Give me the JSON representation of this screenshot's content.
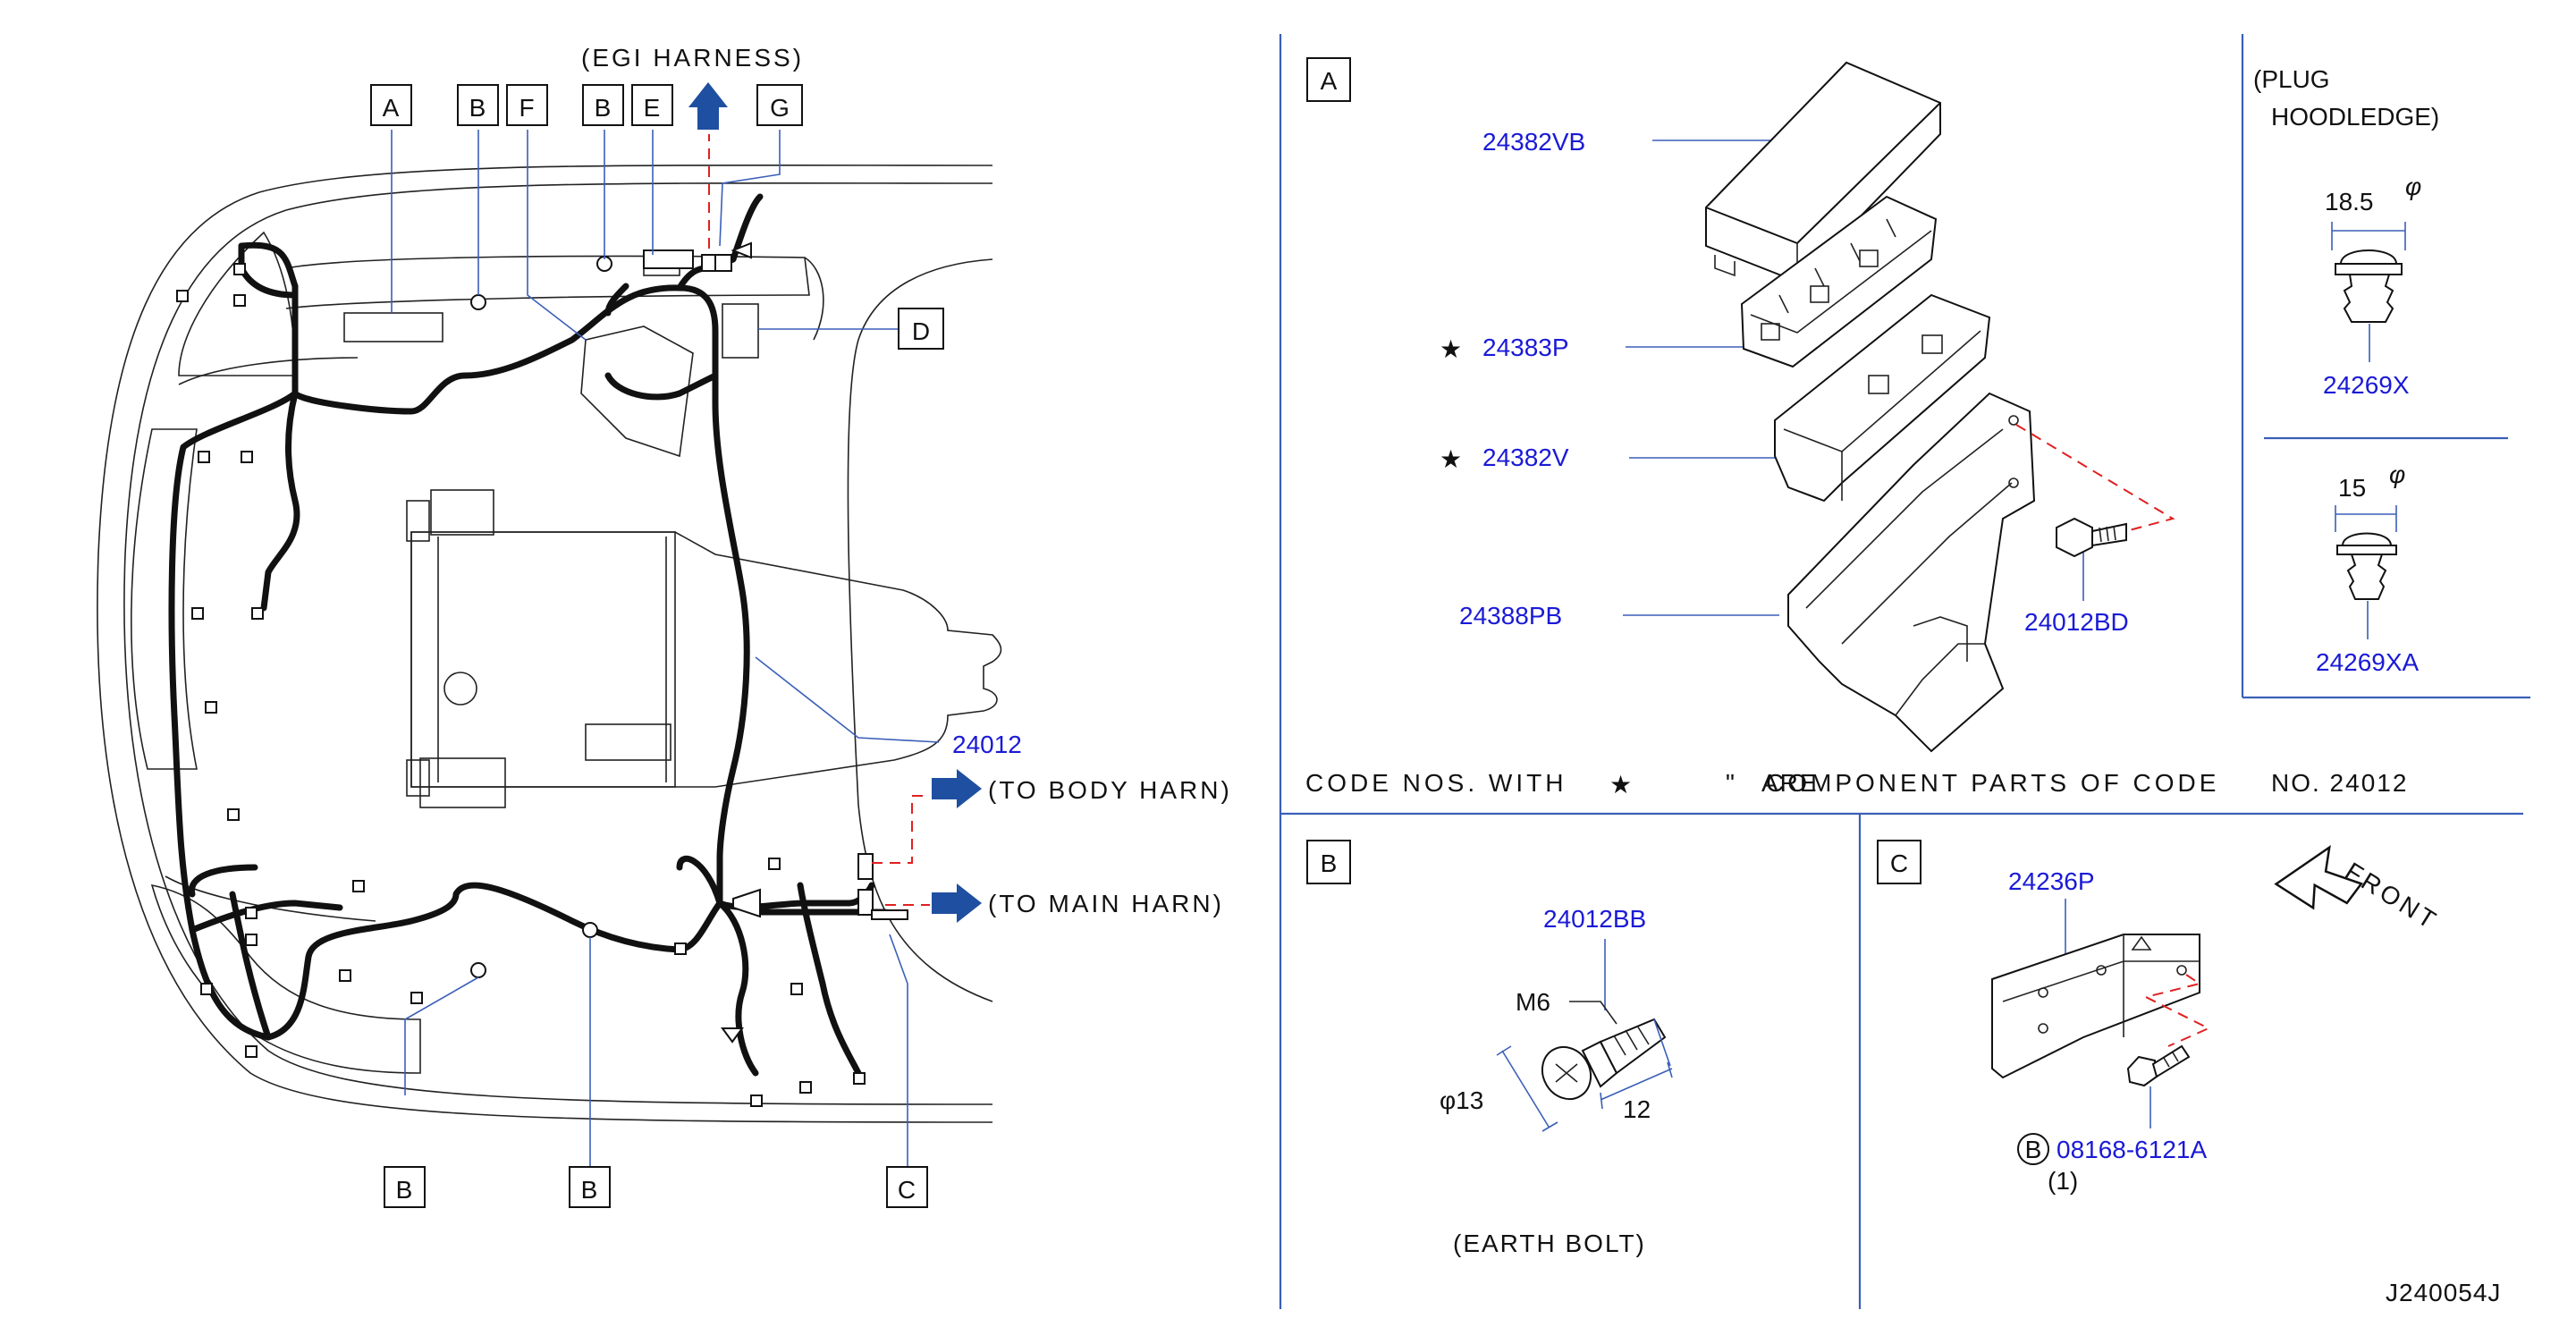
{
  "egi_harness": "(EGI HARNESS)",
  "top_boxes": [
    "A",
    "B",
    "F",
    "B",
    "E",
    "G"
  ],
  "box_d": "D",
  "bottom_boxes": [
    "B",
    "B",
    "C"
  ],
  "harness_part": "24012",
  "to_body": "(TO BODY HARN)",
  "to_main": "(TO MAIN HARN)",
  "note": {
    "code_nos_with": "CODE NOS. WITH",
    "star": "★",
    "quote": "\"",
    "are": "ARE",
    "component": "COMPONENT PARTS OF CODE",
    "no": "NO. 24012"
  },
  "panel_a": {
    "tag": "A",
    "parts": [
      "24382VB",
      "24383P",
      "24382V",
      "24388PB",
      "24012BD"
    ],
    "plug_title_1": "(PLUG",
    "plug_title_2": "HOODLEDGE)",
    "plug1_dim": "18.5",
    "plug1_part": "24269X",
    "plug2_dim": "15",
    "plug2_part": "24269XA",
    "phi": "φ"
  },
  "panel_b": {
    "tag": "B",
    "part": "24012BB",
    "m6": "M6",
    "diameter": "φ13",
    "length": "12",
    "caption": "(EARTH BOLT)"
  },
  "panel_c": {
    "tag": "C",
    "part": "24236P",
    "bolt_circle": "B",
    "bolt_part": "08168-6121A",
    "qty": "(1)",
    "front": "FRONT"
  },
  "drawing_code": "J240054J",
  "colors": {
    "leader": "#3b5fb8",
    "part_number": "#1a1ad6",
    "dashed": "#e02020",
    "arrow": "#1f4fa0"
  },
  "icons": [
    "arrow-up-icon",
    "arrow-right-icon",
    "star-icon",
    "front-arrow-icon"
  ]
}
